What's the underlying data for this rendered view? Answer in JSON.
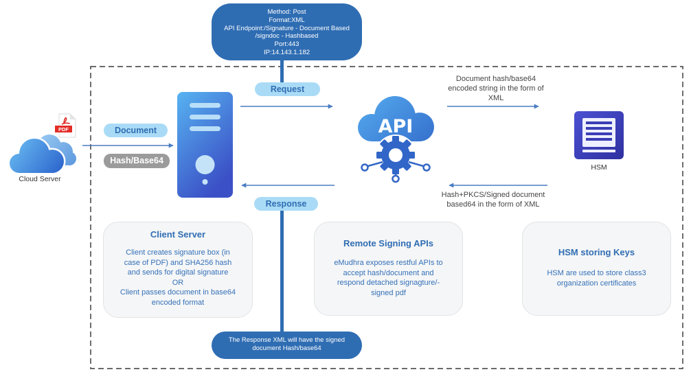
{
  "colors": {
    "primary_blue": "#2f6db3",
    "pill_blue": "#a9dbf6",
    "pill_gray": "#9b9b9b",
    "arrow_blue": "#4a7dc2",
    "card_bg": "#f5f6f7",
    "hsm_navy": "#3b3eb5"
  },
  "icons": {
    "cloud": "cloud-icon",
    "pdf": "pdf-file-icon",
    "server": "server-icon",
    "api": "api-cloud-gear-icon",
    "hsm": "hsm-icon"
  },
  "request_details": {
    "lines": [
      "Method: Post",
      "Format:XML",
      "API Endpoint:/Signature - Document Based",
      "/signdoc - Hashbased",
      "Port:443",
      "IP:14.143.1.182"
    ]
  },
  "cloud_server": {
    "label": "Cloud Server"
  },
  "pdf_badge": "PDF",
  "api_badge": "API",
  "pills": {
    "document": "Document",
    "hash": "Hash/Base64",
    "request": "Request",
    "response": "Response"
  },
  "hsm": {
    "label": "HSM",
    "request_note": [
      "Document hash/base64",
      "encoded string in the form of",
      "XML"
    ],
    "response_note": [
      "Hash+PKCS/Signed document",
      "based64 in the form of XML"
    ]
  },
  "cards": [
    {
      "title": "Client Server",
      "lines": [
        "Client creates signature box (in",
        "case of PDF) and SHA256 hash",
        "and sends for digital signature",
        "OR",
        "Client passes document in base64",
        "encoded format"
      ]
    },
    {
      "title": "Remote Signing APIs",
      "lines": [
        "eMudhra exposes restful APIs to",
        "accept hash/document and",
        "respond detached signagture/-",
        "signed pdf"
      ]
    },
    {
      "title": "HSM storing Keys",
      "lines": [
        "HSM are used to store class3",
        "organization certificates"
      ]
    }
  ],
  "response_details": {
    "lines": [
      "The Response XML will have the signed",
      "document Hash/base64"
    ]
  }
}
